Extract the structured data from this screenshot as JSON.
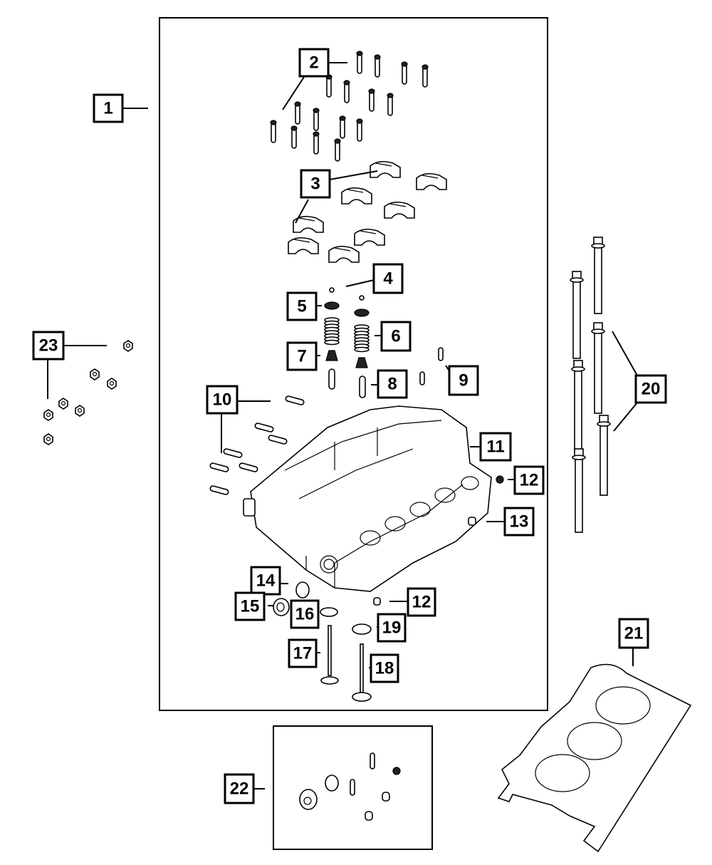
{
  "diagram": {
    "title": "Cylinder Head Exploded View",
    "callouts": [
      {
        "id": "1",
        "label": "1",
        "part": "cylinder-head-assembly"
      },
      {
        "id": "2",
        "label": "2",
        "part": "camshaft-cap-bolts"
      },
      {
        "id": "3",
        "label": "3",
        "part": "camshaft-bearing-caps"
      },
      {
        "id": "4",
        "label": "4",
        "part": "valve-keepers"
      },
      {
        "id": "5",
        "label": "5",
        "part": "valve-spring-retainer"
      },
      {
        "id": "6",
        "label": "6",
        "part": "valve-springs"
      },
      {
        "id": "7",
        "label": "7",
        "part": "valve-stem-seals"
      },
      {
        "id": "8",
        "label": "8",
        "part": "valve-guides"
      },
      {
        "id": "9",
        "label": "9",
        "part": "dowel-pins"
      },
      {
        "id": "10",
        "label": "10",
        "part": "pins"
      },
      {
        "id": "11",
        "label": "11",
        "part": "cylinder-head"
      },
      {
        "id": "12a",
        "label": "12",
        "part": "plug"
      },
      {
        "id": "13",
        "label": "13",
        "part": "plug"
      },
      {
        "id": "14",
        "label": "14",
        "part": "seal"
      },
      {
        "id": "15",
        "label": "15",
        "part": "cup-plug"
      },
      {
        "id": "16",
        "label": "16",
        "part": "intake-valve-seat"
      },
      {
        "id": "17",
        "label": "17",
        "part": "intake-valve"
      },
      {
        "id": "18",
        "label": "18",
        "part": "exhaust-valve"
      },
      {
        "id": "19",
        "label": "19",
        "part": "exhaust-valve-seat"
      },
      {
        "id": "12b",
        "label": "12",
        "part": "plug"
      },
      {
        "id": "20",
        "label": "20",
        "part": "cylinder-head-bolts"
      },
      {
        "id": "21",
        "label": "21",
        "part": "cylinder-head-gasket"
      },
      {
        "id": "22",
        "label": "22",
        "part": "plug-and-seal-kit"
      },
      {
        "id": "23",
        "label": "23",
        "part": "nuts"
      }
    ]
  }
}
